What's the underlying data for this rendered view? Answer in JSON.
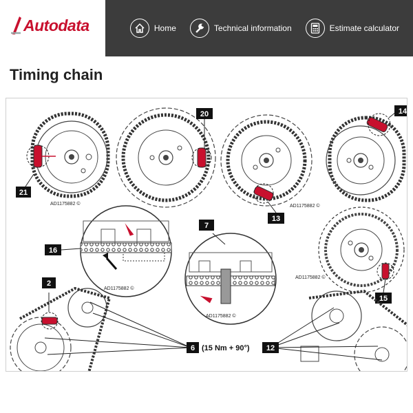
{
  "brand": {
    "name": "Autodata",
    "accent": "#c8102e",
    "header_bg": "#3c3c3c"
  },
  "nav": {
    "items": [
      {
        "label": "Home",
        "icon": "home-icon"
      },
      {
        "label": "Technical information",
        "icon": "wrench-icon"
      },
      {
        "label": "Estimate calculator",
        "icon": "calculator-icon"
      }
    ]
  },
  "page": {
    "title": "Timing chain"
  },
  "diagram": {
    "callouts": {
      "c2": "2",
      "c6": "6",
      "c7": "7",
      "c12": "12",
      "c13": "13",
      "c14": "14",
      "c15": "15",
      "c16": "16",
      "c20": "20",
      "c21": "21"
    },
    "torque": "(15 Nm + 90°)",
    "ref_code": "AD1175882 ©"
  }
}
